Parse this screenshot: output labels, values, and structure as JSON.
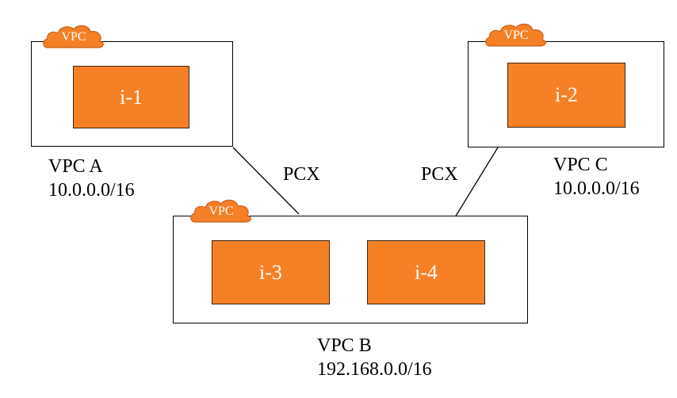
{
  "colors": {
    "instance_fill": "#f58025",
    "cloud_fill": "#f58025",
    "line": "#000000"
  },
  "vpc_a": {
    "cloud_label": "VPC",
    "cloud_icon": "cloud-icon",
    "name": "VPC A",
    "cidr": "10.0.0.0/16",
    "instances": [
      "i-1"
    ]
  },
  "vpc_b": {
    "cloud_label": "VPC",
    "cloud_icon": "cloud-icon",
    "name": "VPC B",
    "cidr": "192.168.0.0/16",
    "instances": [
      "i-3",
      "i-4"
    ]
  },
  "vpc_c": {
    "cloud_label": "VPC",
    "cloud_icon": "cloud-icon",
    "name": "VPC C",
    "cidr": "10.0.0.0/16",
    "instances": [
      "i-2"
    ]
  },
  "peering": {
    "a_to_b_label": "PCX",
    "c_to_b_label": "PCX"
  }
}
